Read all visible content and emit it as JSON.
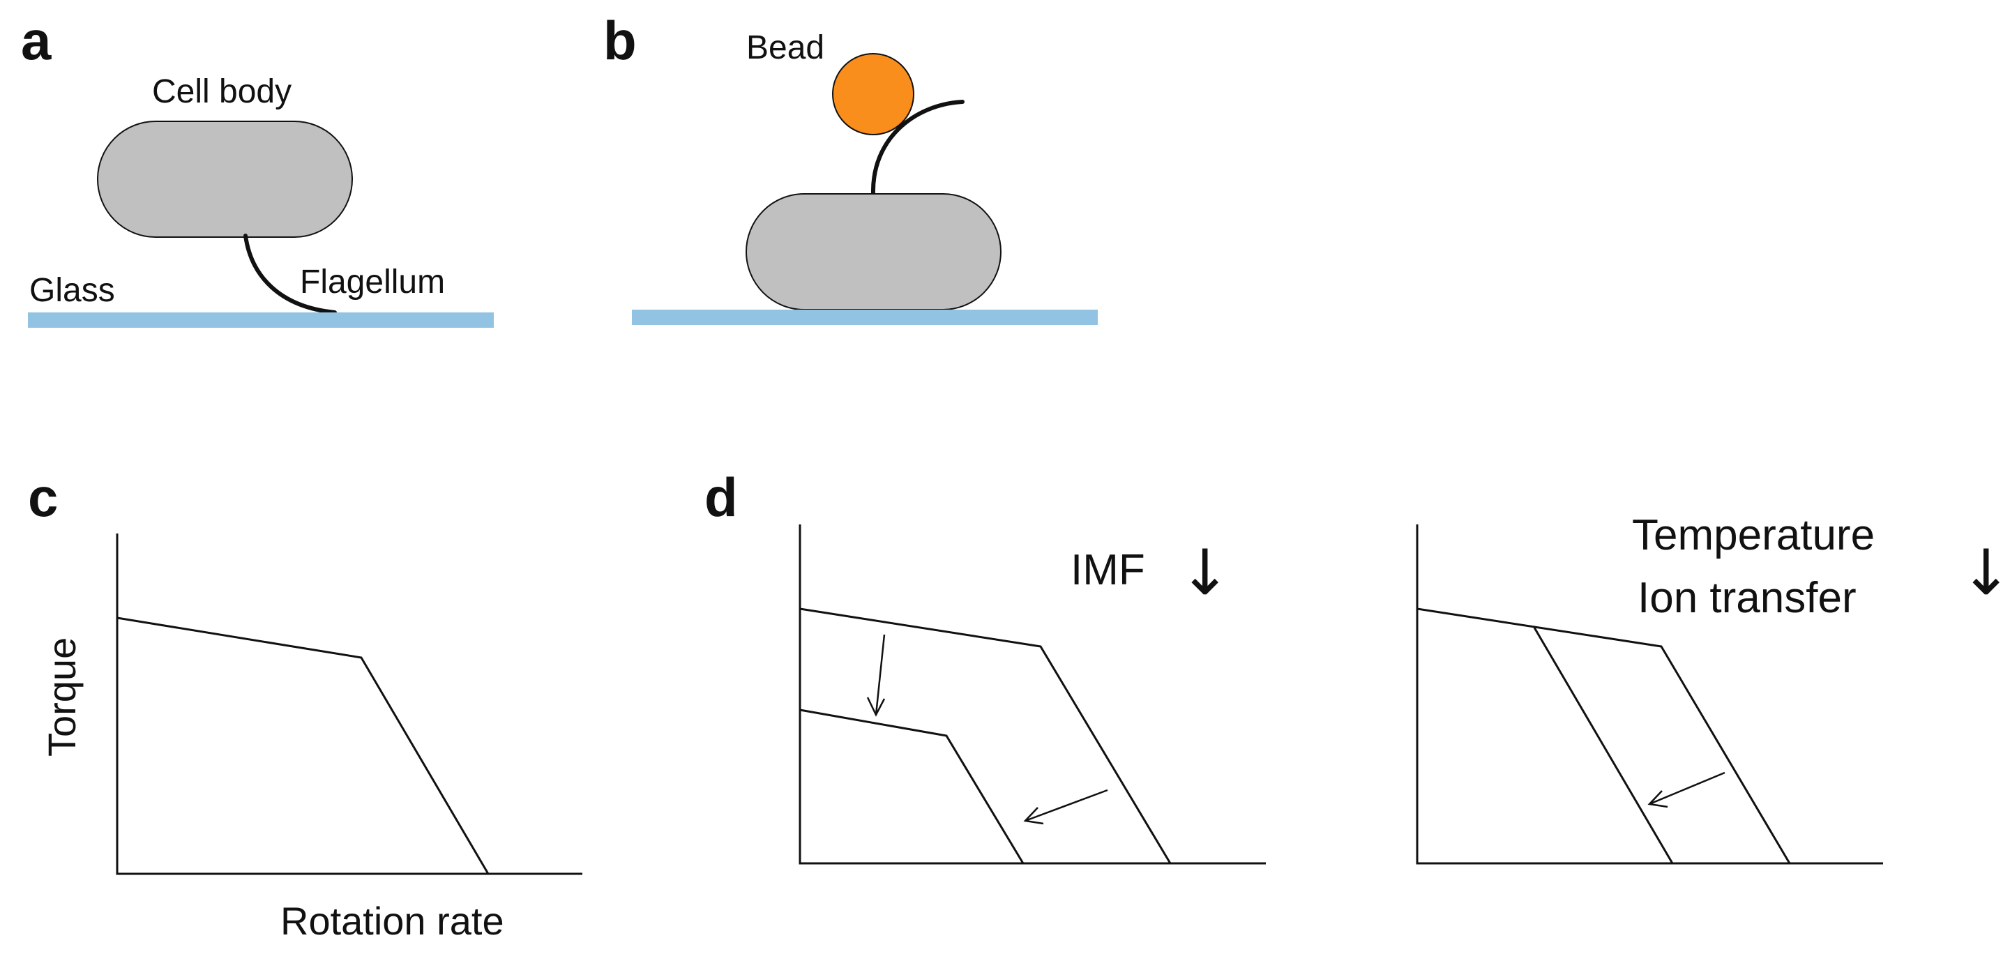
{
  "panels": {
    "a": {
      "letter": "a",
      "cell_body_label": "Cell body",
      "glass_label": "Glass",
      "flagellum_label": "Flagellum"
    },
    "b": {
      "letter": "b",
      "bead_label": "Bead"
    },
    "c": {
      "letter": "c",
      "ylabel": "Torque",
      "xlabel": "Rotation rate"
    },
    "d": {
      "letter": "d",
      "left_label": "IMF",
      "left_arrow": "↓",
      "right_label_line1": "Temperature",
      "right_label_line2": "Ion transfer",
      "right_arrow": "↓"
    }
  },
  "colors": {
    "cell_fill": "#c0c0c0",
    "glass": "#92c3e3",
    "bead": "#f98e1d",
    "line": "#111111"
  }
}
